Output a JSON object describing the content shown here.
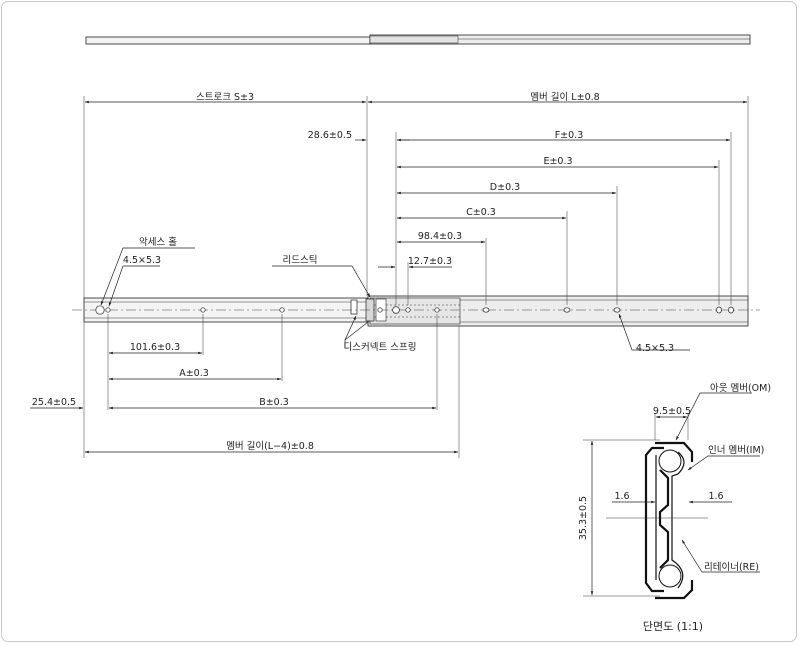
{
  "labels": {
    "stroke": "스트로크 S±3",
    "member_length": "멤버 길이 L±0.8",
    "dim_28_6": "28.6±0.5",
    "dim_F": "F±0.3",
    "dim_E": "E±0.3",
    "dim_D": "D±0.3",
    "dim_C": "C±0.3",
    "dim_98_4": "98.4±0.3",
    "dim_12_7": "12.7±0.3",
    "access_hole": "악세스 홀",
    "hole_4_5_top": "4.5×5.3",
    "lead_stick": "리드스틱",
    "disconnect_spring": "디스커넥트 스프링",
    "hole_4_5_right": "4.5×5.3",
    "dim_101_6": "101.6±0.3",
    "dim_A": "A±0.3",
    "dim_25_4": "25.4±0.5",
    "dim_B": "B±0.3",
    "member_length_short": "멤버 길이(L−4)±0.8",
    "outer_member": "아웃 멤버(OM)",
    "dim_9_5": "9.5±0.5",
    "inner_member": "인너 멤버(IM)",
    "dim_1_6_left": "1.6",
    "dim_1_6_right": "1.6",
    "dim_35_3": "35.3±0.5",
    "retainer": "리테이너(RE)",
    "section_caption": "단면도 (1:1)"
  },
  "colors": {
    "line": "#222222",
    "frame": "#c8c8c8",
    "rail_fill": "#f4f4f4"
  }
}
